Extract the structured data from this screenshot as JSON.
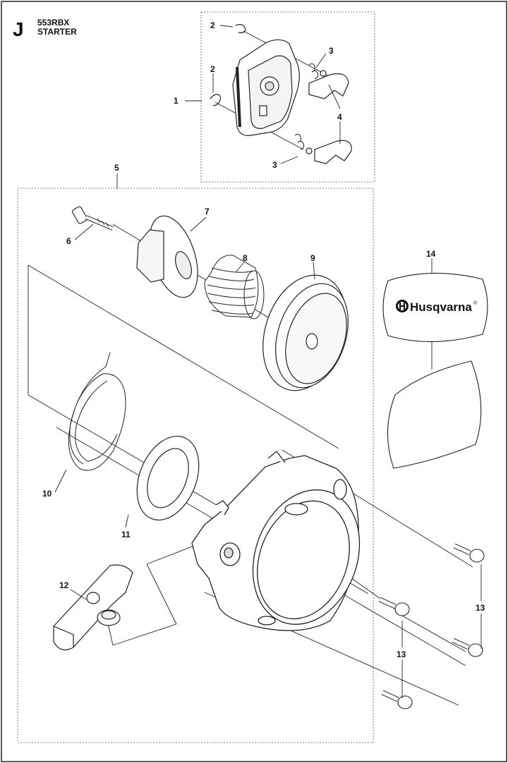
{
  "header": {
    "section_letter": "J",
    "model": "553RBX",
    "title": "STARTER"
  },
  "callouts": [
    {
      "id": "c1",
      "label": "1"
    },
    {
      "id": "c2a",
      "label": "2"
    },
    {
      "id": "c2b",
      "label": "2"
    },
    {
      "id": "c3a",
      "label": "3"
    },
    {
      "id": "c3b",
      "label": "3"
    },
    {
      "id": "c4",
      "label": "4"
    },
    {
      "id": "c5",
      "label": "5"
    },
    {
      "id": "c6",
      "label": "6"
    },
    {
      "id": "c7",
      "label": "7"
    },
    {
      "id": "c8",
      "label": "8"
    },
    {
      "id": "c9",
      "label": "9"
    },
    {
      "id": "c10",
      "label": "10"
    },
    {
      "id": "c11",
      "label": "11"
    },
    {
      "id": "c12",
      "label": "12"
    },
    {
      "id": "c13a",
      "label": "13"
    },
    {
      "id": "c13b",
      "label": "13"
    },
    {
      "id": "c14",
      "label": "14"
    }
  ],
  "decal": {
    "brand": "Husqvarna",
    "brand_mark": "®"
  }
}
